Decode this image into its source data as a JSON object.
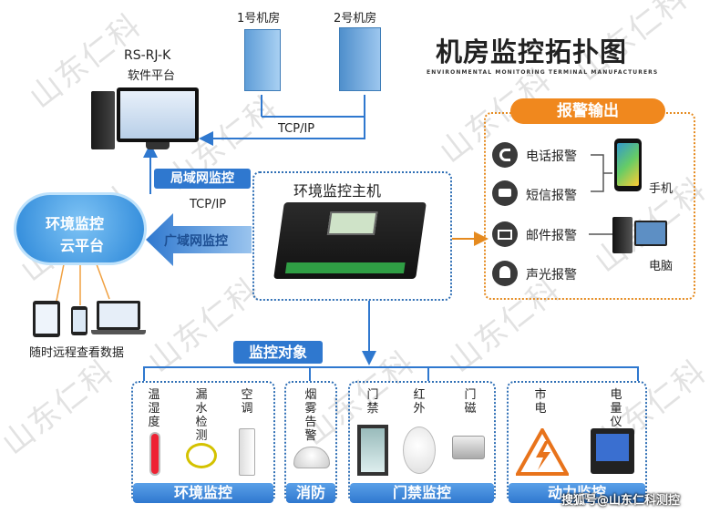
{
  "title": "机房监控拓扑图",
  "subtitle": "ENVIRONMENTAL MONITORING TERMINAL MANUFACTURERS",
  "watermark": "山东仁科",
  "software": {
    "name": "RS-RJ-K",
    "label": "软件平台"
  },
  "rooms": [
    "1号机房",
    "2号机房"
  ],
  "links": {
    "tcpip_top": "TCP/IP",
    "lan": "局域网监控",
    "tcpip_mid": "TCP/IP",
    "wan": "广域网监控"
  },
  "host": "环境监控主机",
  "cloud": {
    "line1": "环境监控",
    "line2": "云平台"
  },
  "remote_view": "随时远程查看数据",
  "alarm": {
    "header": "报警输出",
    "items": [
      "电话报警",
      "短信报警",
      "邮件报警",
      "声光报警"
    ],
    "devices": {
      "phone": "手机",
      "computer": "电脑"
    }
  },
  "targets": {
    "header": "监控对象",
    "groups": [
      {
        "name": "环境监控",
        "items": [
          "温湿度",
          "漏水检测",
          "空调"
        ]
      },
      {
        "name": "消防",
        "items": [
          "烟雾告警"
        ]
      },
      {
        "name": "门禁监控",
        "items": [
          "门禁",
          "红外",
          "门磁"
        ]
      },
      {
        "name": "动力监控",
        "items": [
          "市电",
          "电量仪"
        ]
      }
    ]
  },
  "credit": "搜狐号@山东仁科测控",
  "colors": {
    "blue": "#2f78cf",
    "orange": "#e58a1f",
    "dark": "#3a3a3a"
  }
}
